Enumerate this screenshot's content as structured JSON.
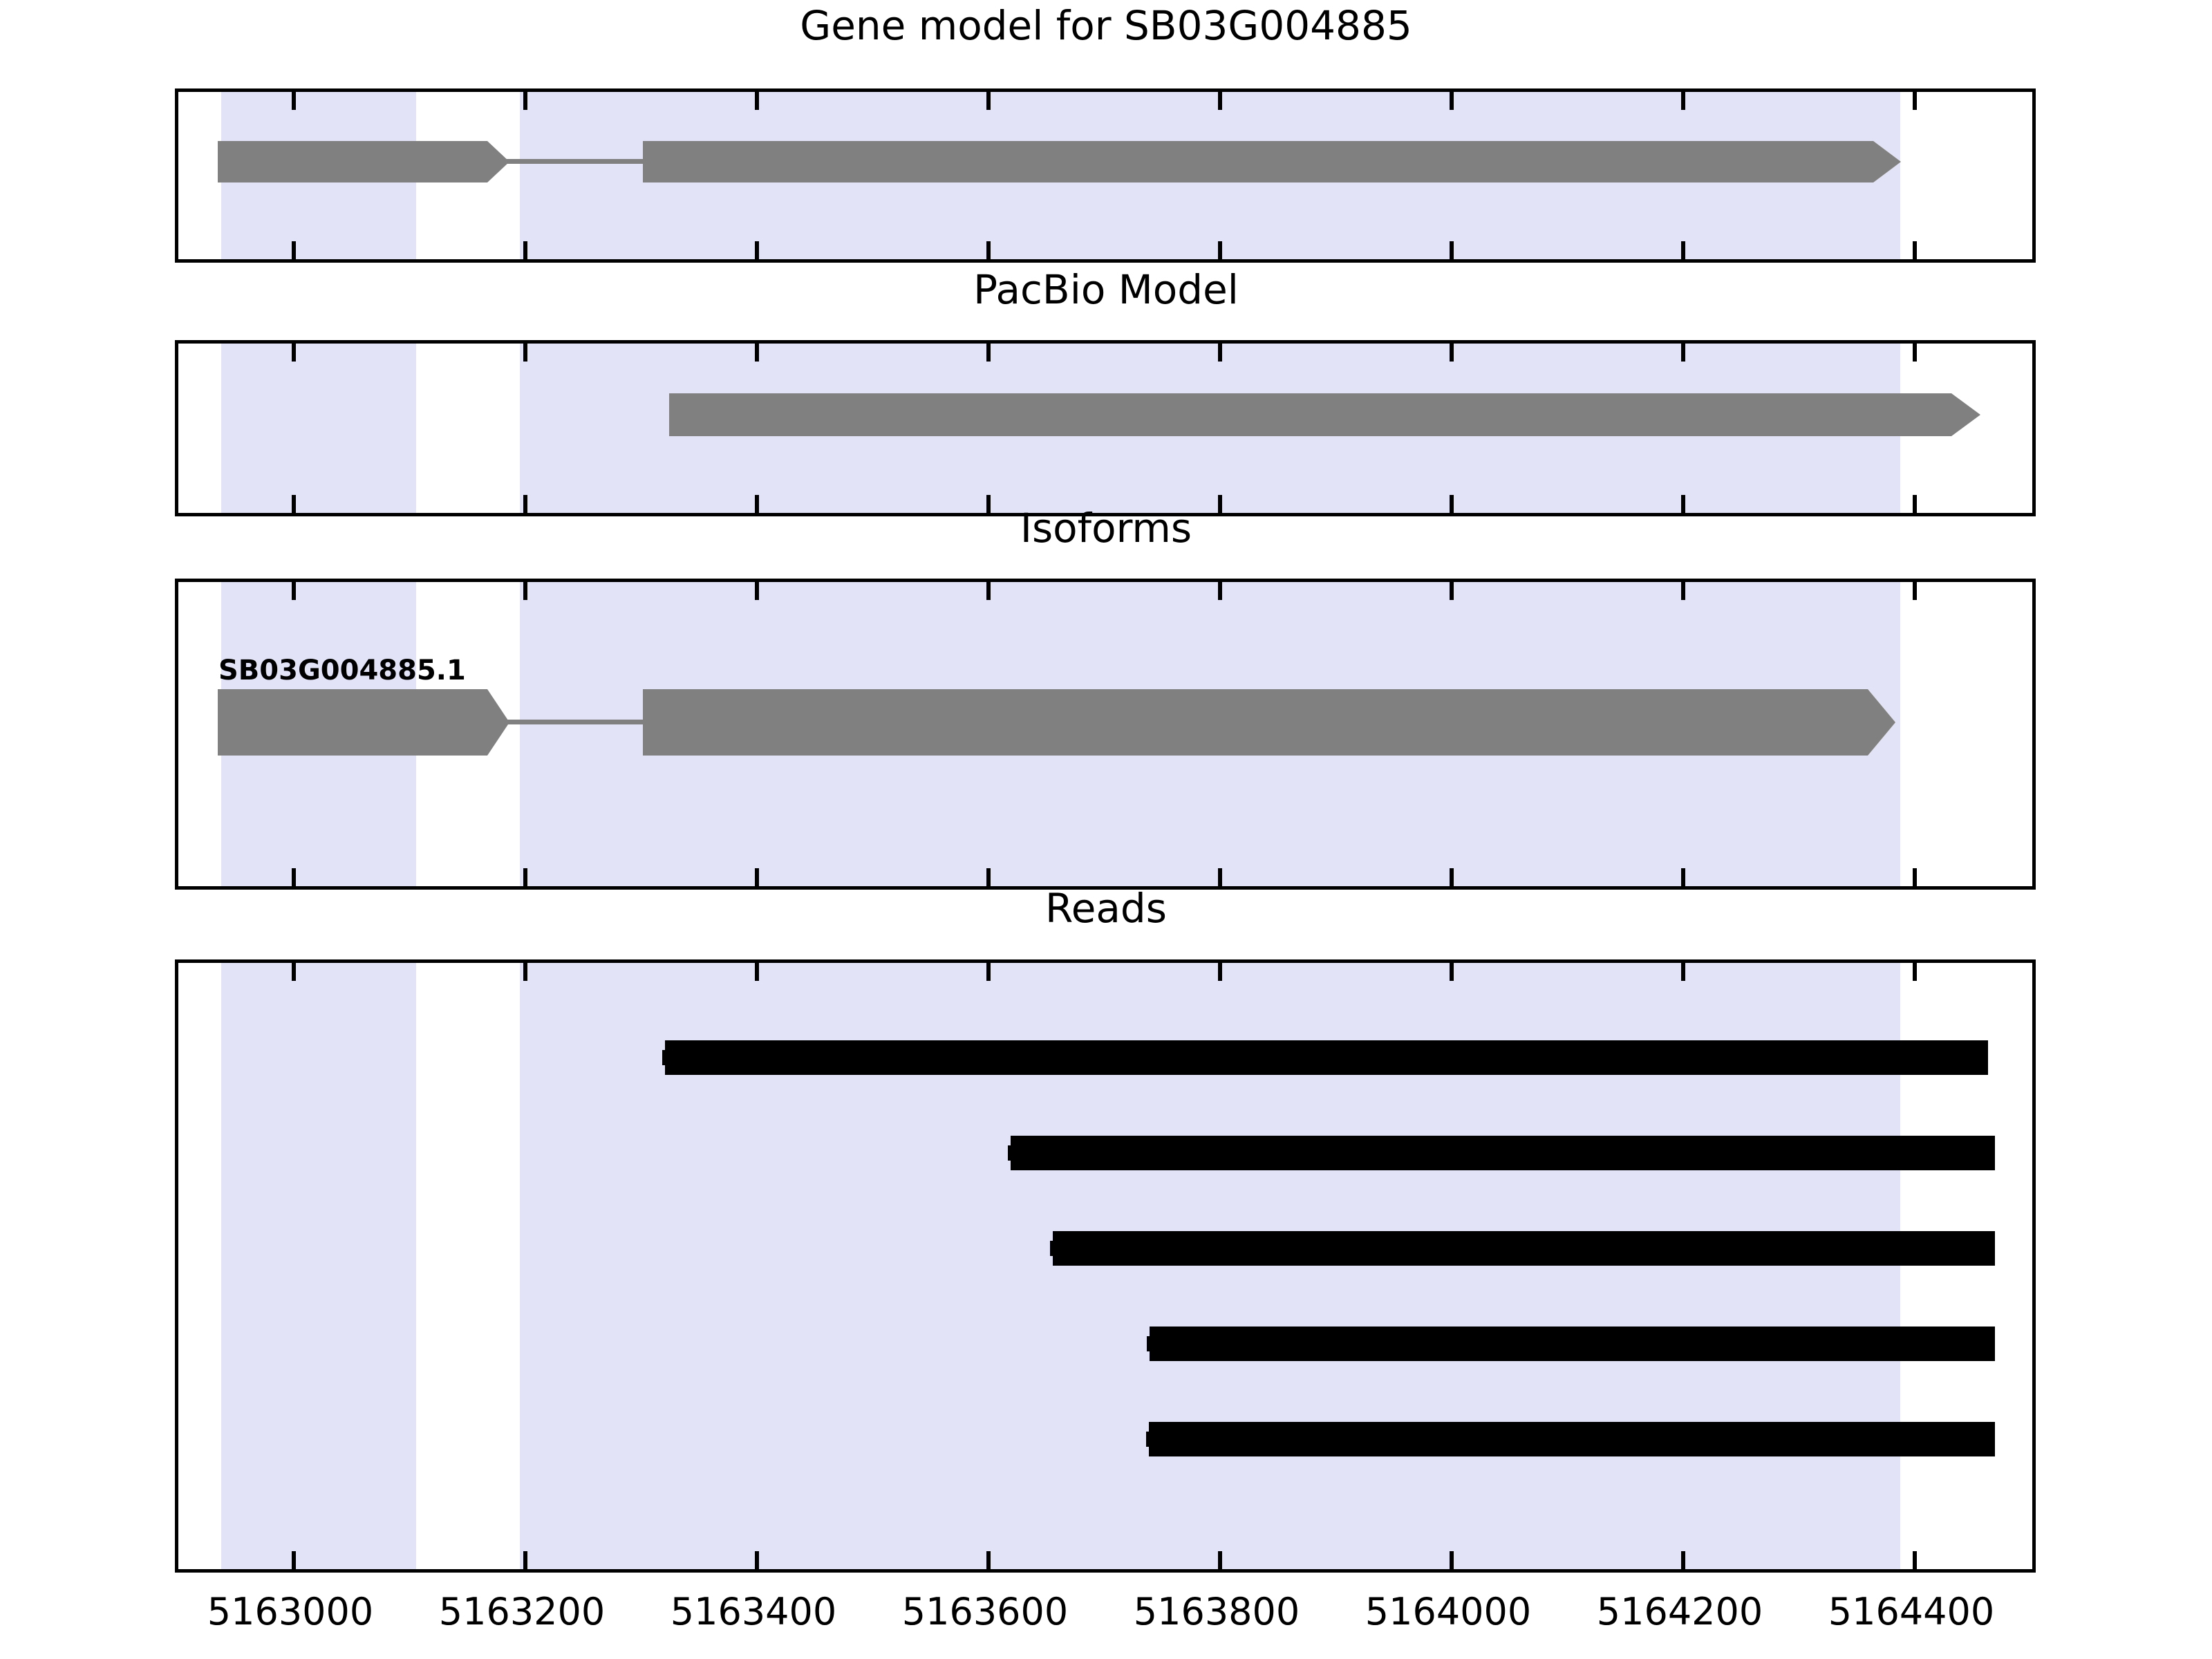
{
  "figure": {
    "title": "Gene model for SB03G004885",
    "gene_id": "SB03G004885"
  },
  "panels": [
    {
      "key": "gene_model",
      "title": "Gene model for SB03G004885"
    },
    {
      "key": "pacbio",
      "title": "PacBio Model"
    },
    {
      "key": "isoforms",
      "title": "Isoforms"
    },
    {
      "key": "reads",
      "title": "Reads"
    }
  ],
  "labels": {
    "isoform_1": "SB03G004885.1"
  },
  "colors": {
    "exon_shading": "#e3e3f8",
    "feature_gray": "#808080",
    "read_black": "#000000",
    "frame": "#000000",
    "background": "#ffffff"
  },
  "chart_data": {
    "type": "genome-browser-track",
    "title": "Gene model for SB03G004885",
    "xlabel": "",
    "ylabel": "",
    "xlim": [
      5162890,
      5164500
    ],
    "xticks": [
      5163000,
      5163200,
      5163400,
      5163600,
      5163800,
      5164000,
      5164200,
      5164400
    ],
    "xticklabels": [
      "5163000",
      "5163200",
      "5163400",
      "5163600",
      "5163800",
      "5164000",
      "5164200",
      "5164400"
    ],
    "grid": false,
    "legend": null,
    "exon_shading_regions": [
      {
        "start": 5162930,
        "end": 5163120
      },
      {
        "start": 5163270,
        "end": 5164370
      }
    ],
    "tracks": [
      {
        "name": "Gene model for SB03G004885",
        "strand": "+",
        "features": [
          {
            "type": "exon",
            "start": 5162927,
            "end": 5163160,
            "arrow": true
          },
          {
            "type": "intron",
            "start": 5163160,
            "end": 5163272
          },
          {
            "type": "exon",
            "start": 5163272,
            "end": 5164378,
            "arrow": true
          }
        ]
      },
      {
        "name": "PacBio Model",
        "strand": "+",
        "features": [
          {
            "type": "exon",
            "start": 5163298,
            "end": 5164458,
            "arrow": true
          }
        ]
      },
      {
        "name": "Isoforms",
        "strand": "+",
        "isoform_label": "SB03G004885.1",
        "features": [
          {
            "type": "exon",
            "start": 5162927,
            "end": 5163160,
            "arrow": true
          },
          {
            "type": "intron",
            "start": 5163160,
            "end": 5163272
          },
          {
            "type": "exon",
            "start": 5163272,
            "end": 5164375,
            "arrow": true
          }
        ]
      },
      {
        "name": "Reads",
        "reads": [
          {
            "id": "read-1",
            "start": 5163288,
            "end": 5164445
          },
          {
            "id": "read-2",
            "start": 5163586,
            "end": 5164452
          },
          {
            "id": "read-3",
            "start": 5163623,
            "end": 5164452
          },
          {
            "id": "read-4",
            "start": 5163706,
            "end": 5164452
          },
          {
            "id": "read-5",
            "start": 5163706,
            "end": 5164452
          }
        ]
      }
    ]
  }
}
